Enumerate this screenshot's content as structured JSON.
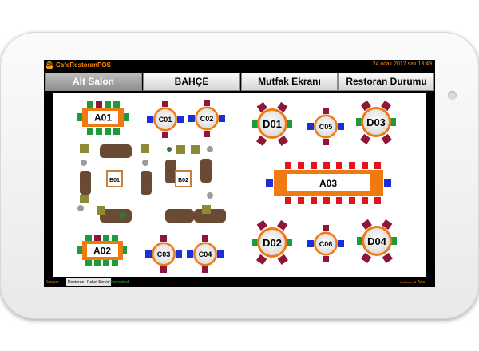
{
  "app": {
    "title": "CafeRestoranPOS",
    "logo_text": "CR",
    "datetime": "24 ocak 2017 salı 13:49"
  },
  "tabs": [
    {
      "label": "Alt Salon",
      "active": true
    },
    {
      "label": "BAHÇE",
      "active": false
    },
    {
      "label": "Mutfak Ekranı",
      "active": false
    },
    {
      "label": "Restoran Durumu",
      "active": false
    }
  ],
  "tables": {
    "A01": "A01",
    "A02": "A02",
    "A03": "A03",
    "B01": "B01",
    "B02": "B02",
    "C01": "C01",
    "C02": "C02",
    "C03": "C03",
    "C04": "C04",
    "C05": "C05",
    "C06": "C06",
    "D01": "D01",
    "D02": "D02",
    "D03": "D03",
    "D04": "D04"
  },
  "status": {
    "left": "Kasiyer",
    "btn1": "Restoran",
    "btn2": "Paket Servis",
    "connection": "Connected",
    "right_small": "Kullanıcı: Bilgi",
    "right": "Ana Menü"
  },
  "colors": {
    "accent": "#ff8c00",
    "chair_green": "#1f9a3a",
    "chair_red": "#8e1638",
    "chair_blue": "#1b2fd8",
    "table_orange": "#f07a12"
  }
}
